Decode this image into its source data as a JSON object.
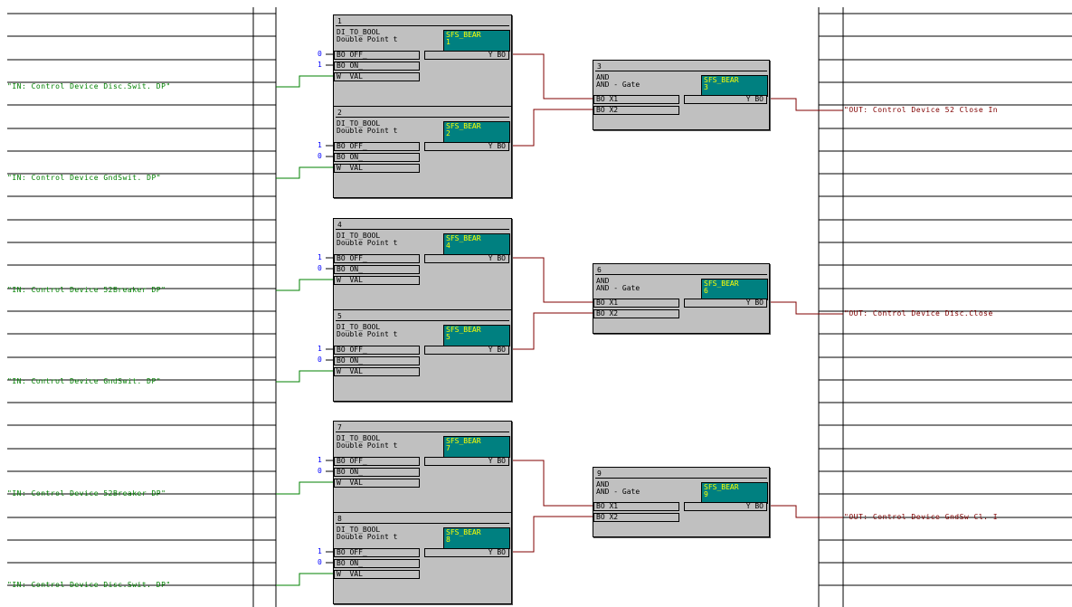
{
  "blocks": [
    {
      "num": "1",
      "type": "DI_TO_BOOL",
      "subtitle": "Double Point t",
      "tag": "SFS_BEAR",
      "tag_num": "1",
      "pins": [
        {
          "label": "BO OFF_",
          "const": "0"
        },
        {
          "label": "BO ON_",
          "const": "1"
        },
        {
          "label": "W  VAL",
          "const": ""
        }
      ],
      "output": "Y BO"
    },
    {
      "num": "2",
      "type": "DI_TO_BOOL",
      "subtitle": "Double Point t",
      "tag": "SFS_BEAR",
      "tag_num": "2",
      "pins": [
        {
          "label": "BO OFF_",
          "const": "1"
        },
        {
          "label": "BO ON_",
          "const": "0"
        },
        {
          "label": "W  VAL",
          "const": ""
        }
      ],
      "output": "Y BO"
    },
    {
      "num": "3",
      "type": "AND",
      "subtitle": "AND - Gate",
      "tag": "SFS_BEAR",
      "tag_num": "3",
      "pins": [
        {
          "label": "BO X1",
          "const": ""
        },
        {
          "label": "BO X2",
          "const": ""
        }
      ],
      "output": "Y BO"
    },
    {
      "num": "4",
      "type": "DI_TO_BOOL",
      "subtitle": "Double Point t",
      "tag": "SFS_BEAR",
      "tag_num": "4",
      "pins": [
        {
          "label": "BO OFF_",
          "const": "1"
        },
        {
          "label": "BO ON_",
          "const": "0"
        },
        {
          "label": "W  VAL",
          "const": ""
        }
      ],
      "output": "Y BO"
    },
    {
      "num": "5",
      "type": "DI_TO_BOOL",
      "subtitle": "Double Point t",
      "tag": "SFS_BEAR",
      "tag_num": "5",
      "pins": [
        {
          "label": "BO OFF_",
          "const": "1"
        },
        {
          "label": "BO ON_",
          "const": "0"
        },
        {
          "label": "W  VAL",
          "const": ""
        }
      ],
      "output": "Y BO"
    },
    {
      "num": "6",
      "type": "AND",
      "subtitle": "AND - Gate",
      "tag": "SFS_BEAR",
      "tag_num": "6",
      "pins": [
        {
          "label": "BO X1",
          "const": ""
        },
        {
          "label": "BO X2",
          "const": ""
        }
      ],
      "output": "Y BO"
    },
    {
      "num": "7",
      "type": "DI_TO_BOOL",
      "subtitle": "Double Point t",
      "tag": "SFS_BEAR",
      "tag_num": "7",
      "pins": [
        {
          "label": "BO OFF_",
          "const": "1"
        },
        {
          "label": "BO ON_",
          "const": "0"
        },
        {
          "label": "W  VAL",
          "const": ""
        }
      ],
      "output": "Y BO"
    },
    {
      "num": "8",
      "type": "DI_TO_BOOL",
      "subtitle": "Double Point t",
      "tag": "SFS_BEAR",
      "tag_num": "8",
      "pins": [
        {
          "label": "BO OFF_",
          "const": "1"
        },
        {
          "label": "BO ON_",
          "const": "0"
        },
        {
          "label": "W  VAL",
          "const": ""
        }
      ],
      "output": "Y BO"
    },
    {
      "num": "9",
      "type": "AND",
      "subtitle": "AND - Gate",
      "tag": "SFS_BEAR",
      "tag_num": "9",
      "pins": [
        {
          "label": "BO X1",
          "const": ""
        },
        {
          "label": "BO X2",
          "const": ""
        }
      ],
      "output": "Y BO"
    }
  ],
  "inputs": [
    "\"IN: Control Device Disc.Swit. DP\"",
    "\"IN: Control Device GndSwit. DP\"",
    "\"IN: Control Device 52Breaker DP\"",
    "\"IN: Control Device GndSwit. DP\"",
    "\"IN: Control Device 52Breaker DP\"",
    "\"IN: Control Device Disc.Swit. DP\""
  ],
  "outputs": [
    "\"OUT: Control Device 52 Close In",
    "\"OUT: Control Device Disc.Close",
    "\"OUT: Control Device GndSw Cl. I"
  ],
  "colors": {
    "wire": "#800000",
    "input_wire": "#008000",
    "tag_bg": "#008080",
    "tag_fg": "#ffff00",
    "const": "#0000ff",
    "block_bg": "#c0c0c0"
  }
}
